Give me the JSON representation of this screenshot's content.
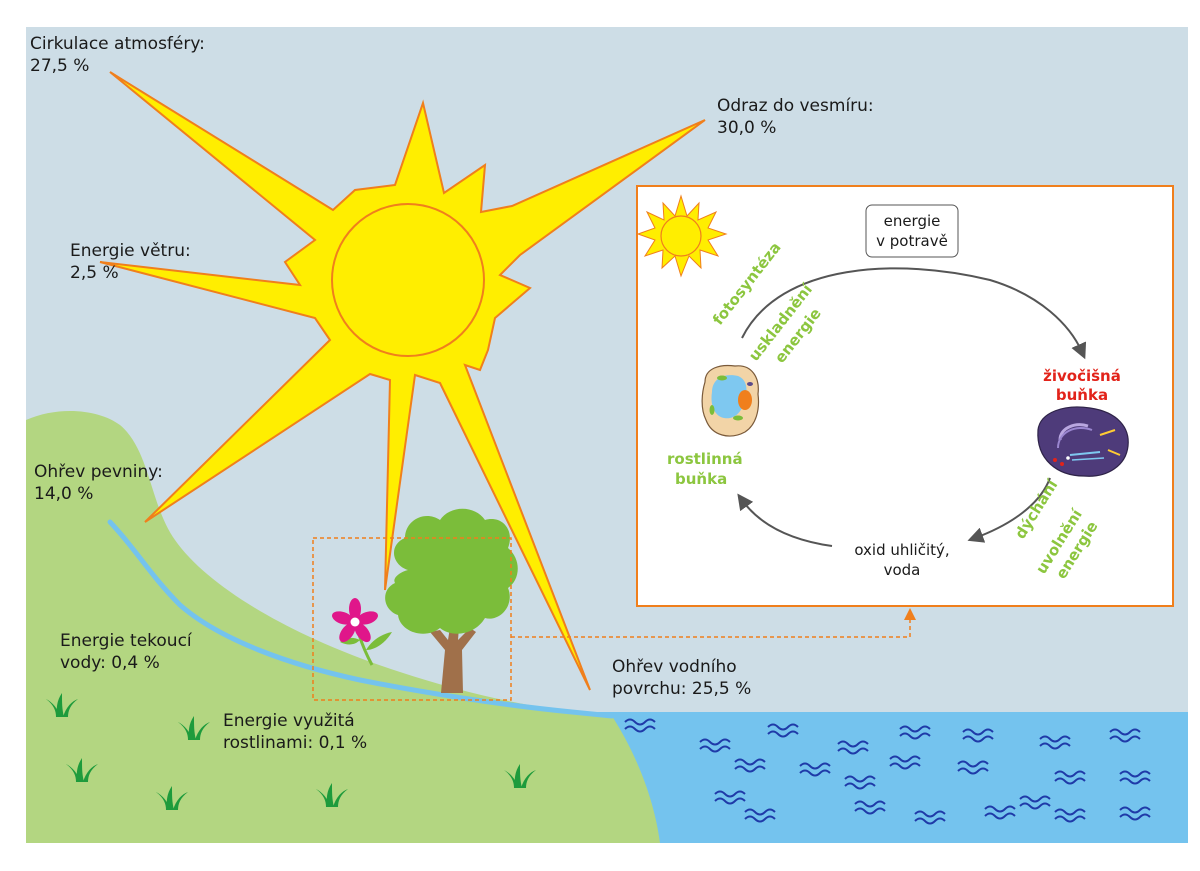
{
  "labels": {
    "cirkulace": [
      "Cirkulace atmosféry:",
      "27,5 %"
    ],
    "odraz": [
      "Odraz do vesmíru:",
      "30,0 %"
    ],
    "vitr": [
      "Energie větru:",
      "2,5 %"
    ],
    "pevnina": [
      "Ohřev pevniny:",
      "14,0 %"
    ],
    "tekouci": [
      "Energie tekoucí",
      "vody: 0,4 %"
    ],
    "rostliny": [
      "Energie využitá",
      "rostlinami: 0,1 %"
    ],
    "vodni": [
      "Ohřev vodního",
      "povrchu: 25,5 %"
    ]
  },
  "inset": {
    "food": [
      "energie",
      "v potravě"
    ],
    "photosynthesis": "fotosyntéza",
    "storage": [
      "uskladnění",
      "energie"
    ],
    "animal_cell": [
      "živočišná",
      "buňka"
    ],
    "plant_cell": [
      "rostlinná",
      "buňka"
    ],
    "products": [
      "oxid uhličitý,",
      "voda"
    ],
    "respiration": "dýchání",
    "release": [
      "uvolnění",
      "energie"
    ]
  },
  "colors": {
    "sky": "#cddde6",
    "land": "#b3d681",
    "water": "#74c3ee",
    "sun": "#ffee00",
    "sun_outline": "#f07f1c",
    "accent_orange": "#f07f1c",
    "green_text": "#8cc63f",
    "red_text": "#e2231a",
    "grass": "#1e9b3c",
    "wave": "#1f3aa8"
  }
}
